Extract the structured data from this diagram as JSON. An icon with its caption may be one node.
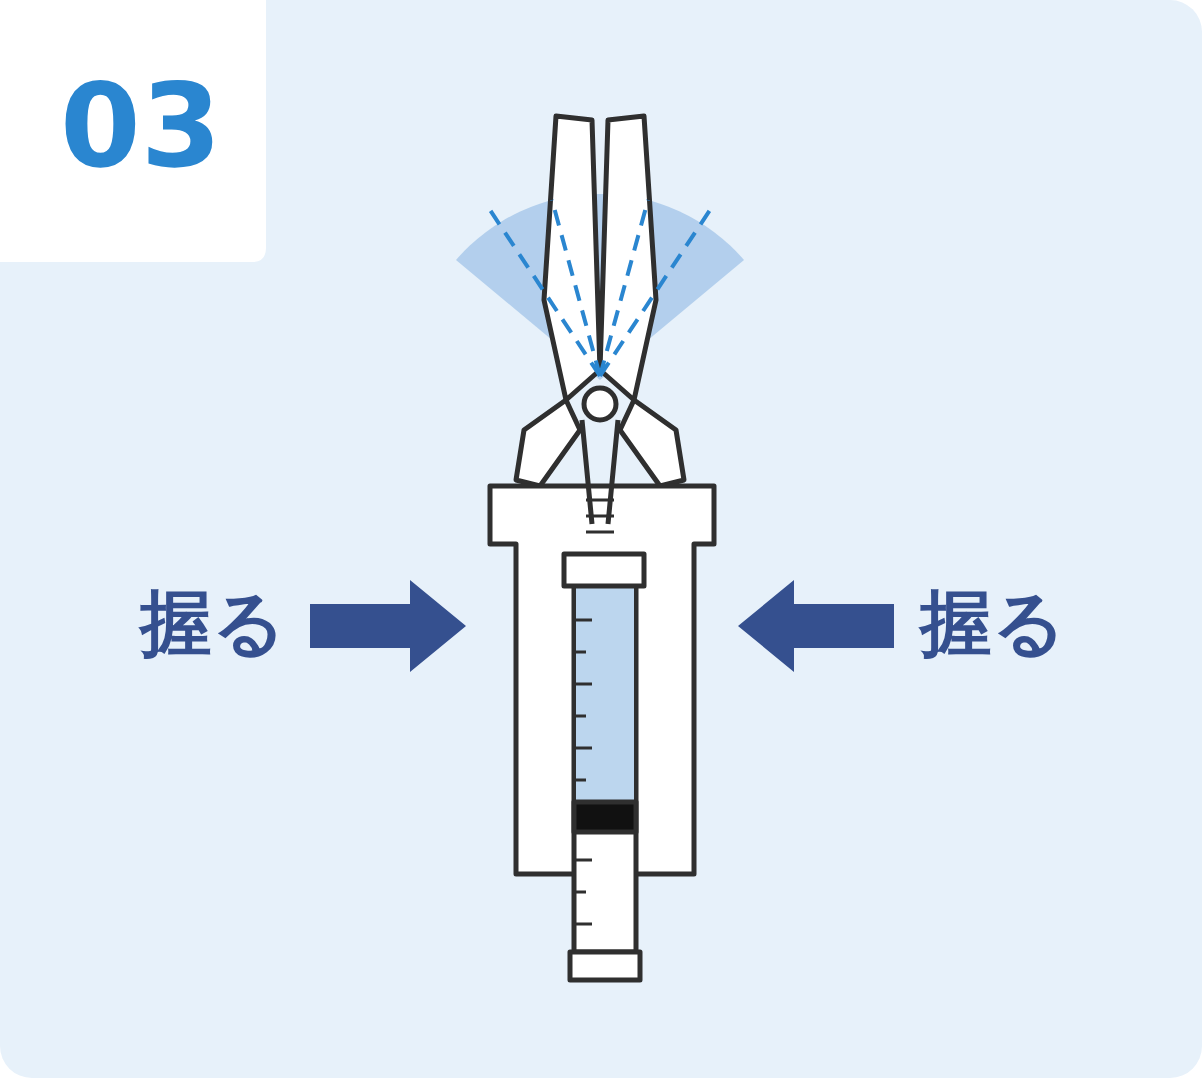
{
  "diagram": {
    "labels": [
      "03",
      "握る",
      "握る"
    ]
  }
}
